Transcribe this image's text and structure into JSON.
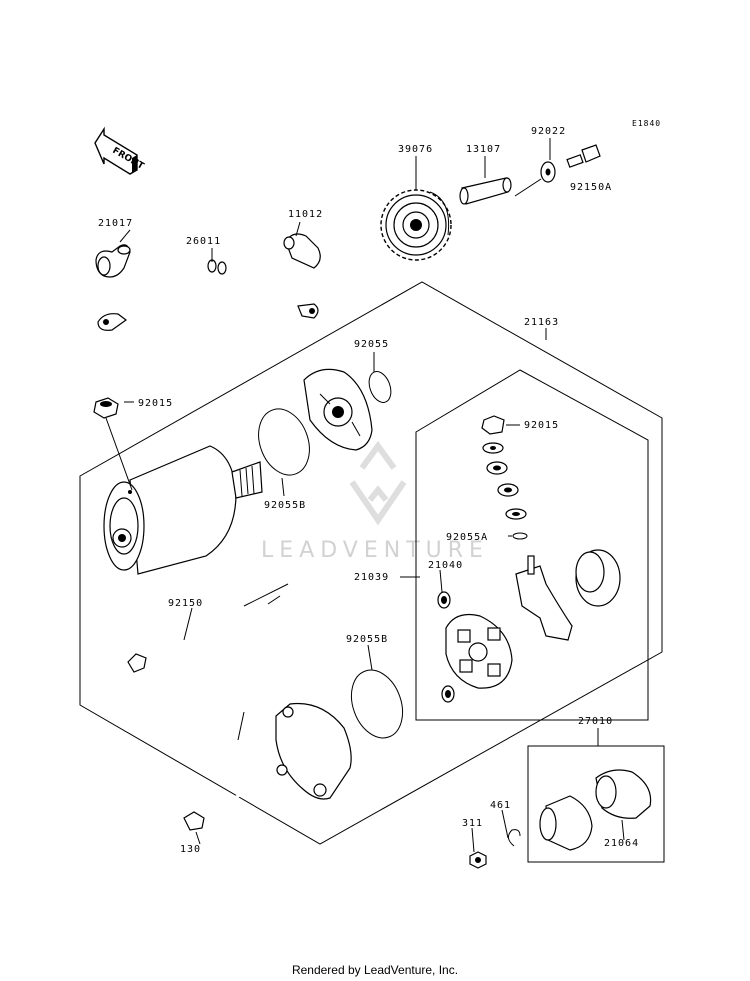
{
  "diagram": {
    "ref_code": "E1840",
    "front_label": "FRONT",
    "watermark": "LEADVENTURE",
    "credit": "Rendered by LeadVenture, Inc.",
    "parts": {
      "p39076": "39076",
      "p13107": "13107",
      "p92022": "92022",
      "p92150A": "92150A",
      "p21017": "21017",
      "p26011": "26011",
      "p11012": "11012",
      "p21163": "21163",
      "p92055": "92055",
      "p92015a": "92015",
      "p92015b": "92015",
      "p92055B_top": "92055B",
      "p92055A": "92055A",
      "p21039": "21039",
      "p21040": "21040",
      "p92150": "92150",
      "p92055B_bot": "92055B",
      "p27010": "27010",
      "p461": "461",
      "p311": "311",
      "p21064": "21064",
      "p130": "130"
    }
  }
}
